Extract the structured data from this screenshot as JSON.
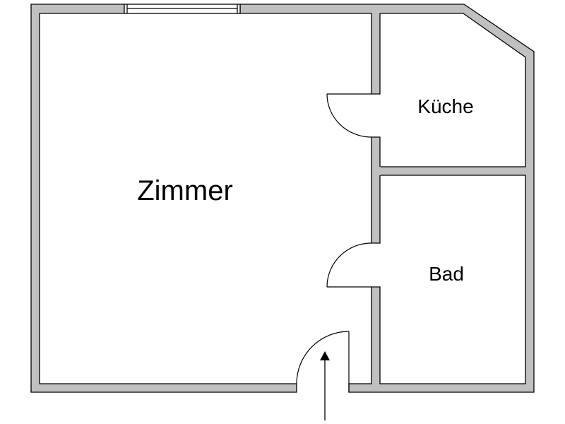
{
  "rooms": {
    "main": "Zimmer",
    "kitchen": "Küche",
    "bath": "Bad"
  },
  "colors": {
    "wall_fill": "#c0c0c0",
    "line": "#000000",
    "background": "#ffffff"
  }
}
